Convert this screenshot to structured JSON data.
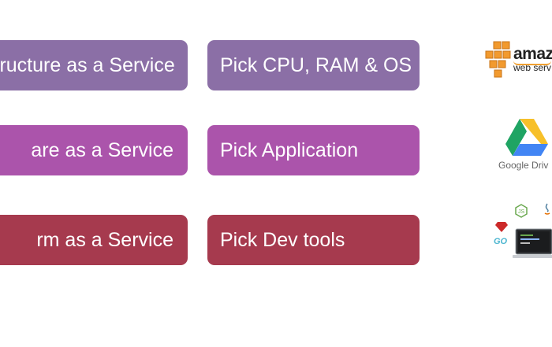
{
  "rows": [
    {
      "service": "structure as a Service",
      "action": "Pick CPU, RAM & OS",
      "logo": "aws-logo"
    },
    {
      "service": "are as a Service",
      "action": "Pick Application",
      "logo": "google-drive-logo"
    },
    {
      "service": "rm as a Service",
      "action": "Pick Dev tools",
      "logo": "dev-tools-logos"
    }
  ],
  "logos": {
    "aws_word": "amaz",
    "aws_sub": "web serv",
    "gdrive_caption": "Google Driv",
    "go_label": "GO"
  },
  "colors": {
    "iaas": "#8b6fa6",
    "saas": "#ab54ab",
    "paas": "#a63a4e",
    "aws_orange": "#f0a030"
  }
}
